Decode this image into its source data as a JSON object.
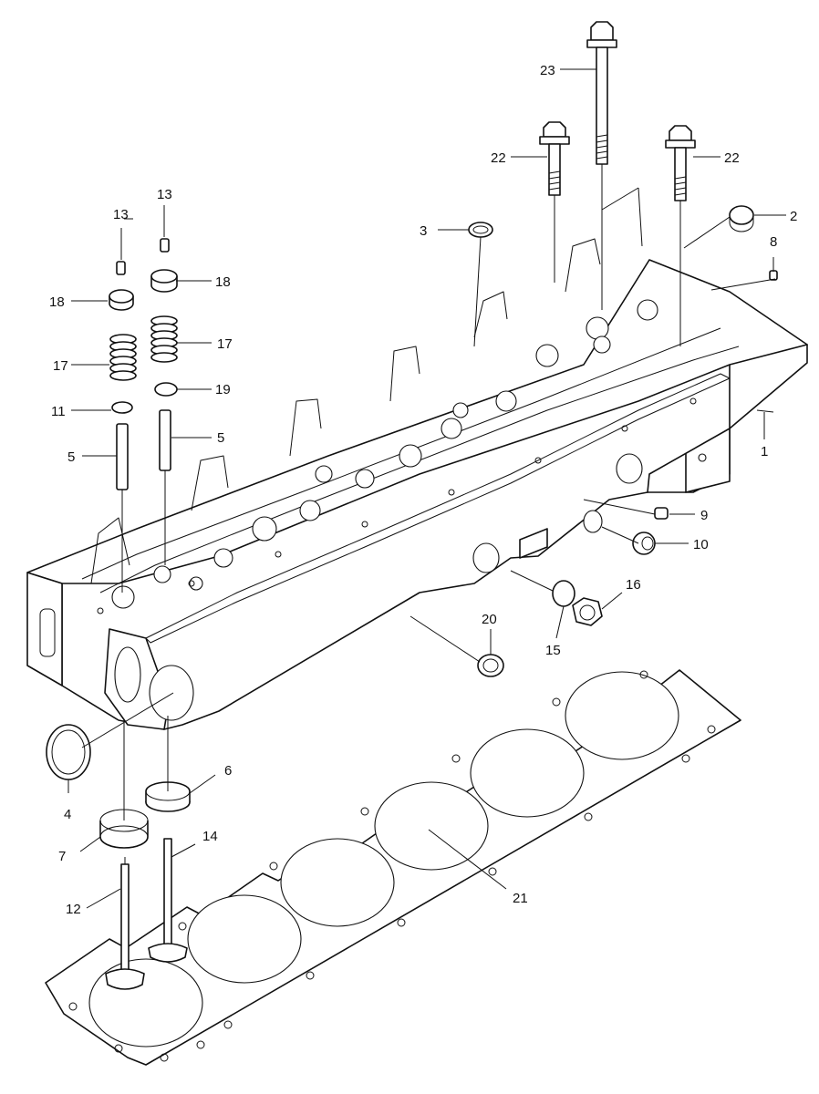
{
  "diagram": {
    "callouts": [
      "1",
      "2",
      "3",
      "4",
      "5",
      "5",
      "6",
      "7",
      "8",
      "9",
      "10",
      "11",
      "12",
      "13",
      "13",
      "14",
      "15",
      "16",
      "17",
      "17",
      "18",
      "18",
      "19",
      "20",
      "21",
      "22",
      "22",
      "23"
    ]
  }
}
